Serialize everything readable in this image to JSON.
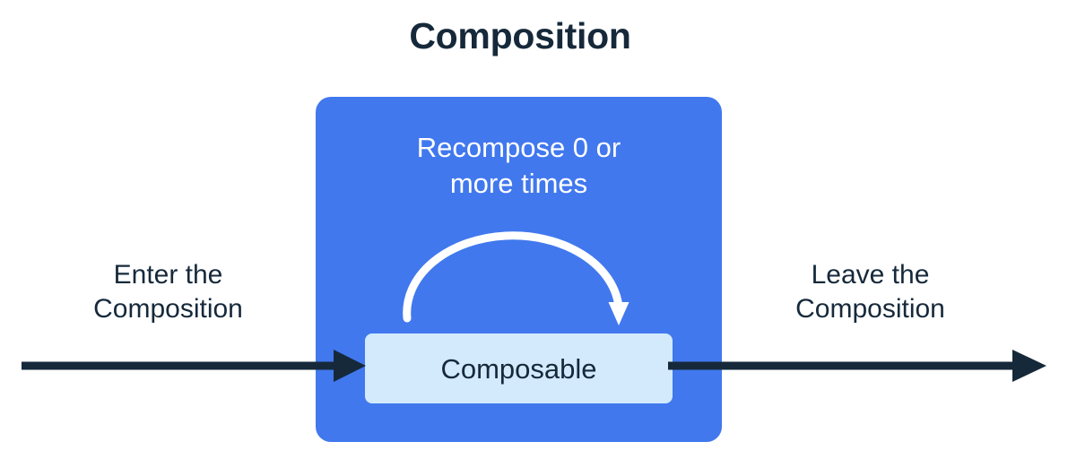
{
  "title": "Composition",
  "colors": {
    "background": "#ffffff",
    "ink": "#16293B",
    "composition_blue": "#4178EE",
    "composable_light_blue": "#D2EAFB",
    "loop_arrow": "#FFFFFF"
  },
  "labels": {
    "enter": "Enter the\nComposition",
    "leave": "Leave the\nComposition"
  },
  "composition": {
    "recompose_caption": "Recompose 0 or\nmore times",
    "composable_label": "Composable"
  },
  "icons": {
    "enter_arrow": "arrow-right-icon",
    "leave_arrow": "arrow-right-icon",
    "recompose_loop": "loop-arrow-icon"
  }
}
